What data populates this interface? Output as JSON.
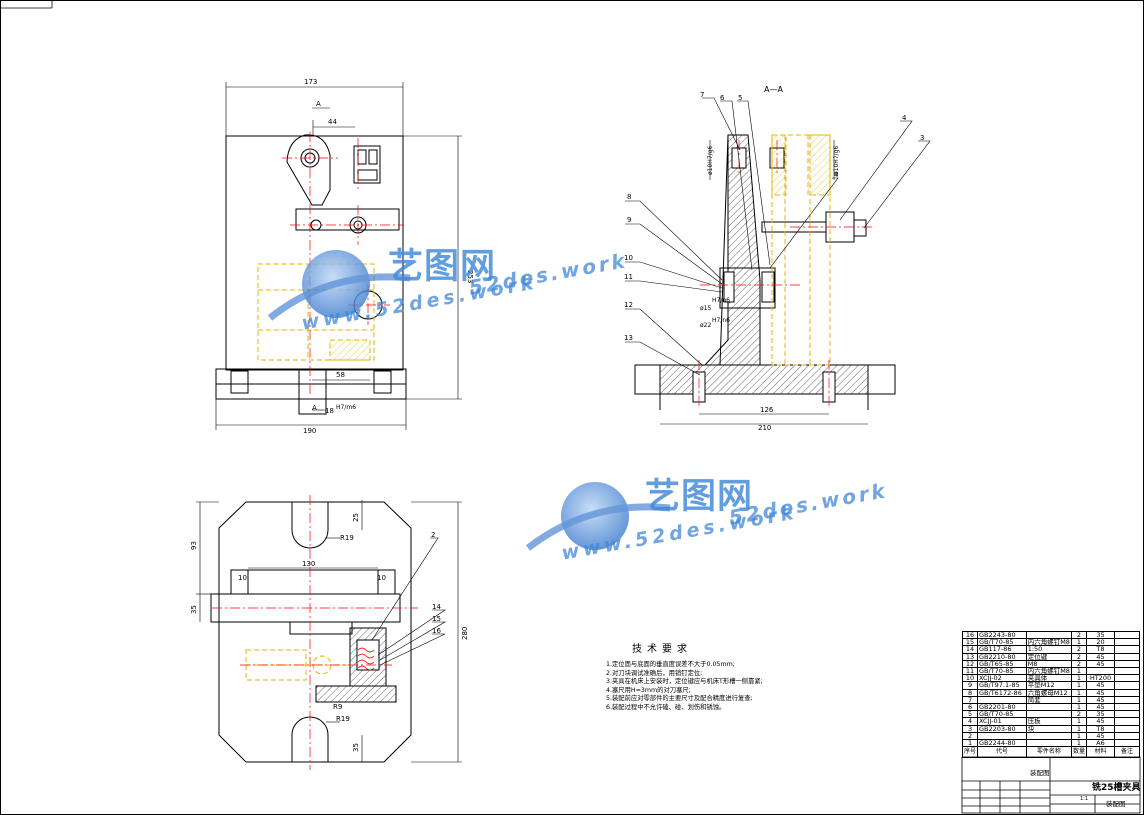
{
  "front_view": {
    "dims": {
      "overall_width": "173",
      "top_offset": "44",
      "height": "253",
      "slot_center": "58",
      "base_width": "190",
      "fit_width": "18",
      "fit_tolerance": "H7/m6"
    },
    "section_mark": "A"
  },
  "section_view": {
    "title": "A—A",
    "leaders": [
      "7",
      "6",
      "5",
      "4",
      "3",
      "8",
      "9",
      "10",
      "11",
      "12",
      "13",
      "4"
    ],
    "fits": {
      "fit1": "ø10H7/g6",
      "fit2": "ø10H7/g6",
      "fit3_dia": "ø15",
      "fit3_tol": "H7/n6",
      "fit4_dia": "ø22",
      "fit4_tol": "H7/n6"
    },
    "dims": {
      "inner": "126",
      "outer": "210"
    }
  },
  "top_view": {
    "dims": {
      "depth": "25",
      "radius1": "R19",
      "height_93": "93",
      "length_130": "130",
      "w10a": "10",
      "w10b": "10",
      "thick_35": "35",
      "total": "280",
      "radius2": "R9",
      "radius3": "R19",
      "bottom_35": "35"
    },
    "leaders": [
      "2",
      "14",
      "15",
      "16"
    ]
  },
  "tech_notes": {
    "title": "技术要求",
    "lines": [
      "1.定位面与底面的垂直度误差不大于0.05mm;",
      "2.对刀块调试准确后，用销钉定位;",
      "3.夹具在机床上安装时，定位键应与机床T形槽一侧靠紧;",
      "4.塞尺用H=3mm的对刀塞尺;",
      "5.装配前应对零部件的主要尺寸及配合精度进行复查;",
      "6.装配过程中不允许磕、碰、划伤和锈蚀。"
    ]
  },
  "bom": {
    "rows": [
      [
        "16",
        "GB2243-80",
        "",
        "2",
        "35",
        ""
      ],
      [
        "15",
        "GB/T70-85",
        "内六角螺钉M8",
        "1",
        "20",
        ""
      ],
      [
        "14",
        "GB117-86",
        "1:50",
        "2",
        "T8",
        ""
      ],
      [
        "13",
        "GB2210-80",
        "定位键",
        "2",
        "45",
        ""
      ],
      [
        "12",
        "GB/T65-85",
        "M8",
        "2",
        "45",
        ""
      ],
      [
        "11",
        "GB/T70-85",
        "内六角螺钉M8",
        "1",
        "",
        ""
      ],
      [
        "10",
        "XCJJ-02",
        "夹具体",
        "1",
        "HT200",
        ""
      ],
      [
        "9",
        "GB/T97.1-85",
        "平垫M12",
        "1",
        "45",
        ""
      ],
      [
        "8",
        "GB/T6172-86",
        "六角螺母M12",
        "1",
        "45",
        ""
      ],
      [
        "7",
        "",
        "简套",
        "1",
        "45",
        ""
      ],
      [
        "6",
        "GB2201-80",
        "",
        "1",
        "45",
        ""
      ],
      [
        "5",
        "GB/T70-85",
        "",
        "2",
        "35",
        ""
      ],
      [
        "4",
        "XCJJ-01",
        "压板",
        "1",
        "45",
        ""
      ],
      [
        "3",
        "GB2203-80",
        "块",
        "1",
        "T8",
        ""
      ],
      [
        "2",
        "",
        "",
        "1",
        "45",
        ""
      ],
      [
        "1",
        "GB2244-80",
        "",
        "1",
        "A6",
        ""
      ]
    ],
    "header": [
      "序号",
      "代号",
      "零件名称",
      "数量",
      "材料",
      "备注"
    ]
  },
  "title_block": {
    "drawing_type": "装配图",
    "drawing_title": "铣25槽夹具",
    "drawing_type2": "装配图",
    "scale": "1:1"
  },
  "watermark": {
    "cn": "艺图网",
    "en": "52des.work",
    "url": "www.52des.work"
  },
  "colors": {
    "line": "#000000",
    "center": "#ff0000",
    "phantom": "#e6b400",
    "watermark": "#4087d7"
  }
}
